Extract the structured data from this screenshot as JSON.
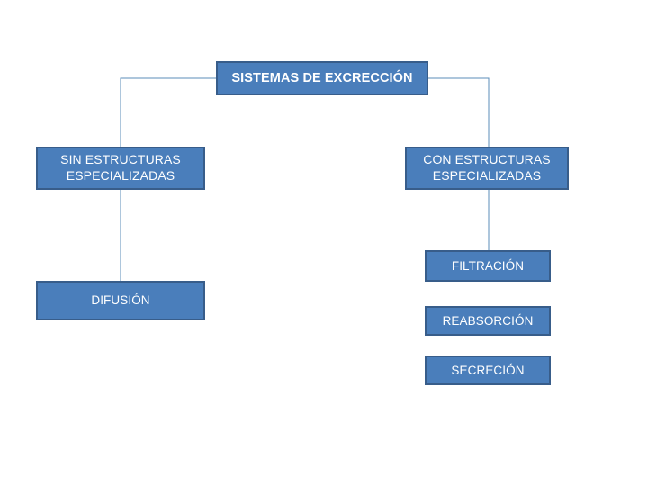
{
  "diagram": {
    "type": "hierarchy-tree",
    "background_color": "#ffffff",
    "node_fill_color": "#4a7ebb",
    "node_border_color": "#385d8a",
    "node_text_color": "#ffffff",
    "connector_color": "#5b8db8",
    "root": {
      "label": "SISTEMAS DE EXCRECCIÓN"
    },
    "branches": [
      {
        "id": "sin",
        "label": "SIN ESTRUCTURAS\nESPECIALIZADAS",
        "children": [
          {
            "id": "difusion",
            "label": "DIFUSIÓN"
          }
        ]
      },
      {
        "id": "con",
        "label": "CON ESTRUCTURAS\nESPECIALIZADAS",
        "children": [
          {
            "id": "filtracion",
            "label": "FILTRACIÓN"
          },
          {
            "id": "reabsorcion",
            "label": "REABSORCIÓN"
          },
          {
            "id": "secrecion",
            "label": "SECRECIÓN"
          }
        ]
      }
    ]
  }
}
